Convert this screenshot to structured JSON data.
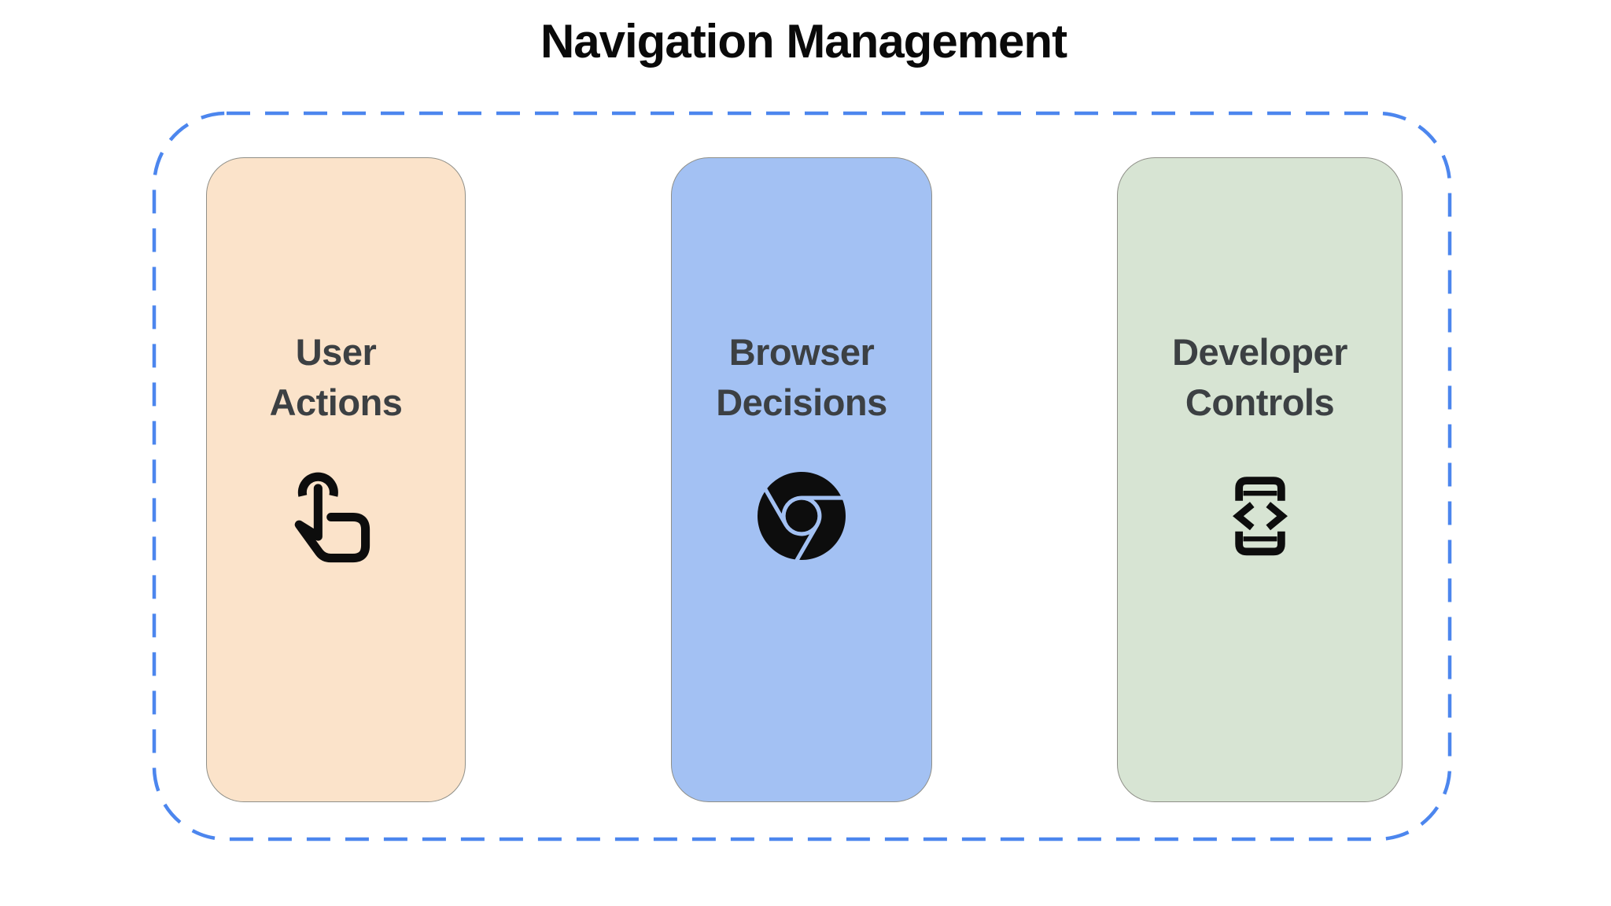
{
  "title": "Navigation Management",
  "outline": {
    "style": "dashed rounded rectangle",
    "color": "#4C86EE"
  },
  "cards": [
    {
      "label": "User Actions",
      "icon": "touch-gesture-icon",
      "bg": "#FBE3CA"
    },
    {
      "label": "Browser Decisions",
      "icon": "chrome-browser-icon",
      "bg": "#A3C1F3"
    },
    {
      "label": "Developer Controls",
      "icon": "developer-mode-icon",
      "bg": "#D7E4D3"
    }
  ],
  "colors": {
    "title_text": "#0A0A0A",
    "label_text": "#3C4043",
    "card_border": "#8F8F88",
    "icon": "#0D0D0D",
    "background": "#FFFFFF"
  }
}
